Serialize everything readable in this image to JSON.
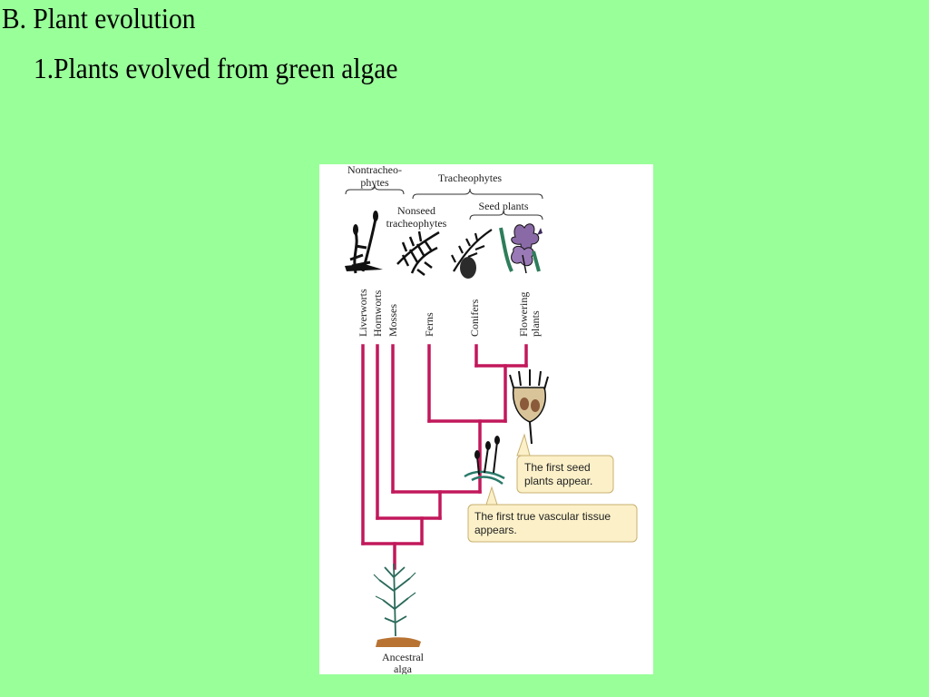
{
  "slide": {
    "title": "B. Plant evolution",
    "bullet": "1.Plants evolved from green algae"
  },
  "diagram": {
    "group_nontracheophytes": [
      "Nontracheo-",
      "phytes"
    ],
    "group_tracheophytes": "Tracheophytes",
    "group_nonseed": [
      "Nonseed",
      "tracheophytes"
    ],
    "group_seed_plants": "Seed plants",
    "taxa": [
      "Liverworts",
      "Hornworts",
      "Mosses",
      "Ferns",
      "Conifers",
      [
        "Flowering",
        "plants"
      ]
    ],
    "root_label": [
      "Ancestral",
      "alga"
    ],
    "callout_seed": [
      "The first seed",
      "plants appear."
    ],
    "callout_vascular": [
      "The first true vascular tissue",
      "appears."
    ],
    "colors": {
      "background": "#99ff99",
      "branch": "#c2185b",
      "callout_fill": "#fbf0c8"
    }
  }
}
